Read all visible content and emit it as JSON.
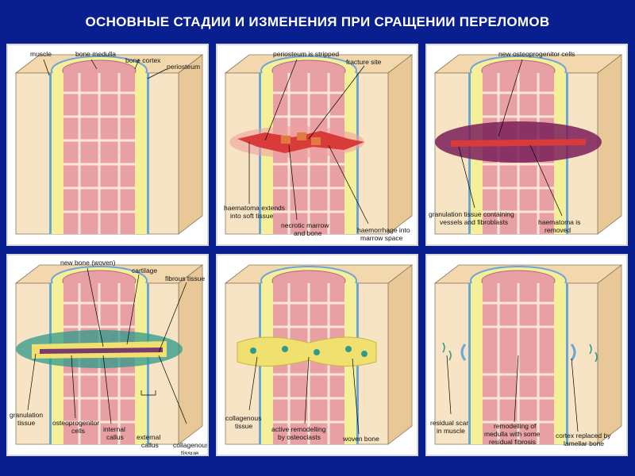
{
  "title": "ОСНОВНЫЕ СТАДИИ И ИЗМЕНЕНИЯ ПРИ СРАЩЕНИИ  ПЕРЕЛОМОВ",
  "colors": {
    "background": "#0a1f8f",
    "bone_block": "#f7e4c4",
    "marrow": "#e8a0a4",
    "cortex": "#f5ef9a",
    "periosteum": "#6aa6d8",
    "haematoma": "#d93a3a",
    "granulation": "#7a1f5a",
    "callus_green": "#2f9a8a",
    "woven_bone": "#f0e070"
  },
  "panels": [
    {
      "stage": 1,
      "labels": {
        "muscle": "muscle",
        "bone_medulla": "bone medulla",
        "bone_cortex": "bone cortex",
        "periosteum": "periosteum"
      }
    },
    {
      "stage": 2,
      "labels": {
        "periosteum_stripped": "periosteum is stripped",
        "fracture_site": "fracture site",
        "haematoma_extends_1": "haematoma extends",
        "haematoma_extends_2": "into soft tissue",
        "necrotic_1": "necrotic marrow",
        "necrotic_2": "and bone",
        "haemorrhage_1": "haemorrhage into",
        "haemorrhage_2": "marrow space"
      }
    },
    {
      "stage": 3,
      "labels": {
        "new_osteoprogenitor": "new osteoprogenitor cells",
        "granulation_1": "granulation tissue containing",
        "granulation_2": "vessels and fibroblasts",
        "haematoma_removed_1": "haematoma is",
        "haematoma_removed_2": "removed"
      }
    },
    {
      "stage": 4,
      "labels": {
        "new_bone_woven": "new bone (woven)",
        "cartilage": "cartilage",
        "fibrous_tissue": "fibrous tissue",
        "granulation_1": "granulation",
        "granulation_2": "tissue",
        "osteoprogenitor_1": "osteoprogenitor",
        "osteoprogenitor_2": "cells",
        "internal_callus_1": "internal",
        "internal_callus_2": "callus",
        "external_callus_1": "external",
        "external_callus_2": "callus",
        "collagenous_1": "collagenous",
        "collagenous_2": "tissue"
      }
    },
    {
      "stage": 5,
      "labels": {
        "collagenous_1": "collagenous",
        "collagenous_2": "tissue",
        "active_remodelling_1": "active remodelling",
        "active_remodelling_2": "by osteoclasts",
        "woven_bone": "woven bone"
      }
    },
    {
      "stage": 6,
      "labels": {
        "residual_scar_1": "residual scar",
        "residual_scar_2": "in muscle",
        "remodelling_1": "remodelling of",
        "remodelling_2": "medulla with some",
        "remodelling_3": "residual fibrosis",
        "cortex_replaced_1": "cortex replaced by",
        "cortex_replaced_2": "lamellar bone"
      }
    }
  ]
}
